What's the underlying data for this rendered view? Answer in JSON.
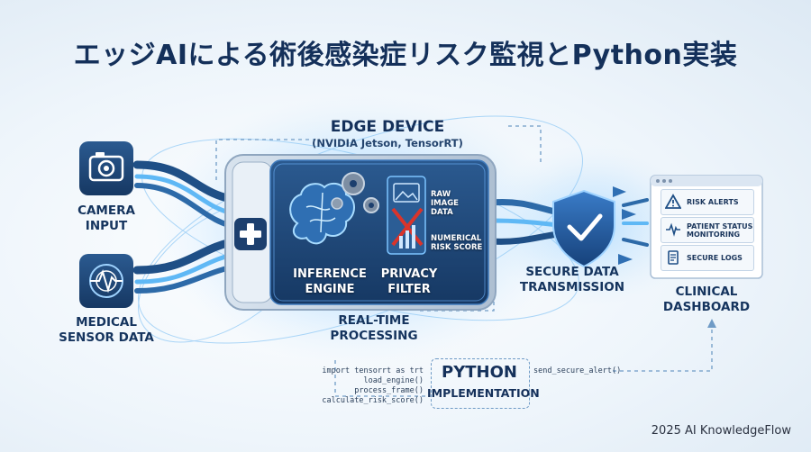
{
  "title": "エッジAIによる術後感染症リスク監視とPython実装",
  "inputs": {
    "camera": {
      "icon": "camera-icon",
      "label_line1": "CAMERA",
      "label_line2": "INPUT"
    },
    "sensor": {
      "icon": "medical-sensor-icon",
      "label_line1": "MEDICAL",
      "label_line2": "SENSOR DATA"
    }
  },
  "edge_device": {
    "title": "EDGE DEVICE",
    "subtitle": "(NVIDIA Jetson, TensorRT)",
    "inference_line1": "INFERENCE",
    "inference_line2": "ENGINE",
    "privacy_line1": "PRIVACY",
    "privacy_line2": "FILTER",
    "raw_line1": "RAW",
    "raw_line2": "IMAGE",
    "raw_line3": "DATA",
    "numerical_line1": "NUMERICAL",
    "numerical_line2": "RISK SCORE",
    "realtime_line1": "REAL-TIME",
    "realtime_line2": "PROCESSING"
  },
  "secure": {
    "icon": "shield-check-icon",
    "label_line1": "SECURE DATA",
    "label_line2": "TRANSMISSION"
  },
  "dashboard": {
    "items": [
      {
        "icon": "warning-icon",
        "line1": "RISK ALERTS",
        "line2": ""
      },
      {
        "icon": "heartbeat-icon",
        "line1": "PATIENT STATUS",
        "line2": "MONITORING"
      },
      {
        "icon": "document-icon",
        "line1": "SECURE LOGS",
        "line2": ""
      }
    ],
    "label_line1": "CLINICAL",
    "label_line2": "DASHBOARD"
  },
  "python": {
    "title_line1": "PYTHON",
    "title_line2": "IMPLEMENTATION",
    "code_lines": [
      "import tensorrt as trt",
      "load_engine()",
      "process_frame()",
      "calculate_risk_score()"
    ],
    "right_call": "send_secure_alert()"
  },
  "footer": "2025 AI KnowledgeFlow",
  "colors": {
    "navy": "#14305a",
    "panel": "#1c3f6e",
    "glow": "#4fb3ff",
    "red_x": "#d9342b",
    "dashed": "#6f9bc6"
  }
}
